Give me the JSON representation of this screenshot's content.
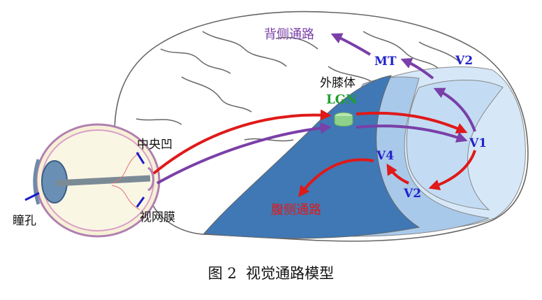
{
  "labels": {
    "dorsal_pathway": "背侧通路",
    "ventral_pathway": "腹侧通路",
    "lgn_cn": "外膝体",
    "lgn": "LGN",
    "mt": "MT",
    "v1": "V1",
    "v2_top": "V2",
    "v2_bottom": "V2",
    "v4": "V4",
    "fovea": "中央凹",
    "retina": "视网膜",
    "pupil": "瞳孔"
  },
  "caption": "图 2  视觉通路模型",
  "colors": {
    "dorsal": "#7a3fa8",
    "ventral": "#e01919",
    "area_label": "#2222cc",
    "lgn_fill": "#8fd08a",
    "cortex_light": "#d6e8f8",
    "cortex_mid": "#a9c9ea",
    "cortex_dark": "#3f78b5"
  }
}
